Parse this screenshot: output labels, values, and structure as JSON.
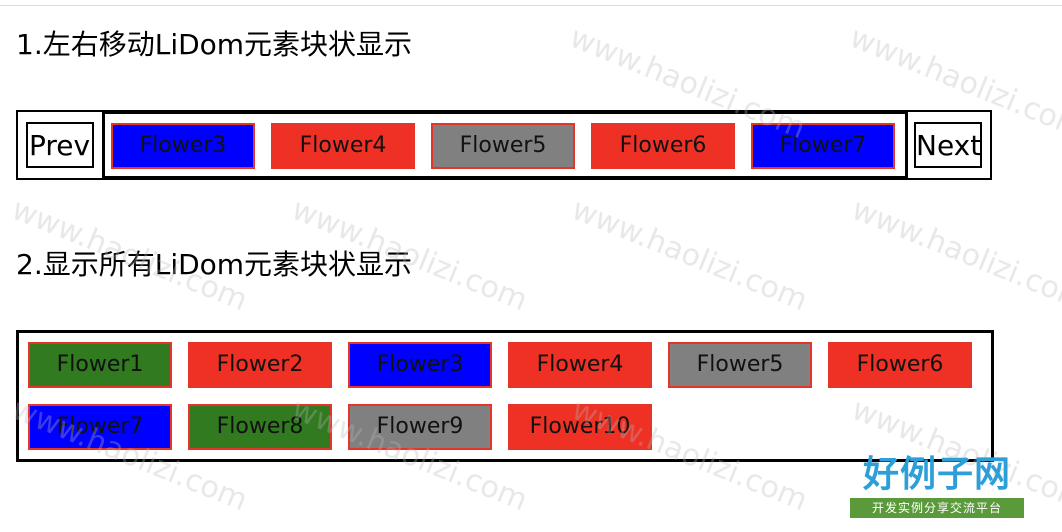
{
  "section1": {
    "title": "1.左右移动LiDom元素块状显示",
    "prev_label": "Prev",
    "next_label": "Next",
    "items": [
      {
        "label": "Flower3",
        "color": "#0000ff"
      },
      {
        "label": "Flower4",
        "color": "#ee3124"
      },
      {
        "label": "Flower5",
        "color": "#808080"
      },
      {
        "label": "Flower6",
        "color": "#ee3124"
      },
      {
        "label": "Flower7",
        "color": "#0000ff"
      }
    ]
  },
  "section2": {
    "title": "2.显示所有LiDom元素块状显示",
    "items": [
      {
        "label": "Flower1",
        "color": "#317a20"
      },
      {
        "label": "Flower2",
        "color": "#ee3124"
      },
      {
        "label": "Flower3",
        "color": "#0000ff"
      },
      {
        "label": "Flower4",
        "color": "#ee3124"
      },
      {
        "label": "Flower5",
        "color": "#808080"
      },
      {
        "label": "Flower6",
        "color": "#ee3124"
      },
      {
        "label": "Flower7",
        "color": "#0000ff"
      },
      {
        "label": "Flower8",
        "color": "#317a20"
      },
      {
        "label": "Flower9",
        "color": "#808080"
      },
      {
        "label": "Flower10",
        "color": "#ee3124"
      }
    ]
  },
  "watermark": {
    "text": "www.haolizi.com"
  },
  "logo": {
    "main": "好例子网",
    "sub": "开发实例分享交流平台"
  }
}
